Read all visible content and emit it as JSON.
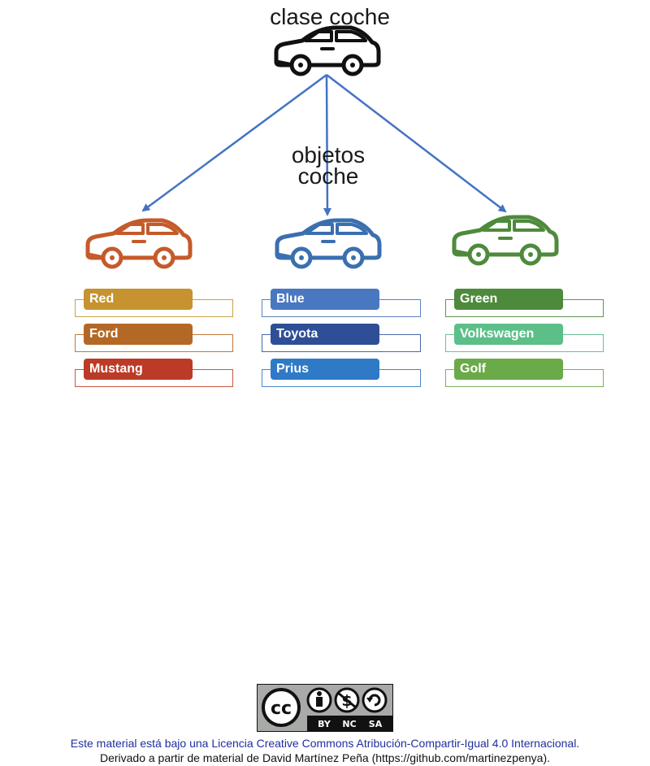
{
  "diagram": {
    "class_label": "clase coche",
    "objects_label": "objetos\ncoche",
    "objects": [
      {
        "color": "#c55a2a",
        "attributes": [
          {
            "text": "Red",
            "fill": "#c69330",
            "border": "#c9a24a"
          },
          {
            "text": "Ford",
            "fill": "#b46826",
            "border": "#c07a3a"
          },
          {
            "text": "Mustang",
            "fill": "#bc3b26",
            "border": "#c45a3e"
          }
        ]
      },
      {
        "color": "#3a6fb0",
        "attributes": [
          {
            "text": "Blue",
            "fill": "#4a78c0",
            "border": "#5a82c2"
          },
          {
            "text": "Toyota",
            "fill": "#2e4f96",
            "border": "#4a68a8"
          },
          {
            "text": "Prius",
            "fill": "#2f7ac6",
            "border": "#4a86c4"
          }
        ]
      },
      {
        "color": "#4e8a3c",
        "attributes": [
          {
            "text": "Green",
            "fill": "#4e8a3c",
            "border": "#5e9450"
          },
          {
            "text": "Volkswagen",
            "fill": "#5cbf88",
            "border": "#6cc096"
          },
          {
            "text": "Golf",
            "fill": "#6aaa48",
            "border": "#78b05c"
          }
        ]
      }
    ],
    "arrow_color": "#4472c4",
    "class_icon_color": "#111111"
  },
  "license": {
    "badge_labels": [
      "BY",
      "NC",
      "SA"
    ],
    "line1": "Este material está bajo una Licencia Creative Commons Atribución-Compartir-Igual 4.0 Internacional.",
    "line2": "Derivado a partir de material de David Martínez Peña (https://github.com/martinezpenya).",
    "line1_color": "#1f2fa0",
    "line2_color": "#111111"
  }
}
